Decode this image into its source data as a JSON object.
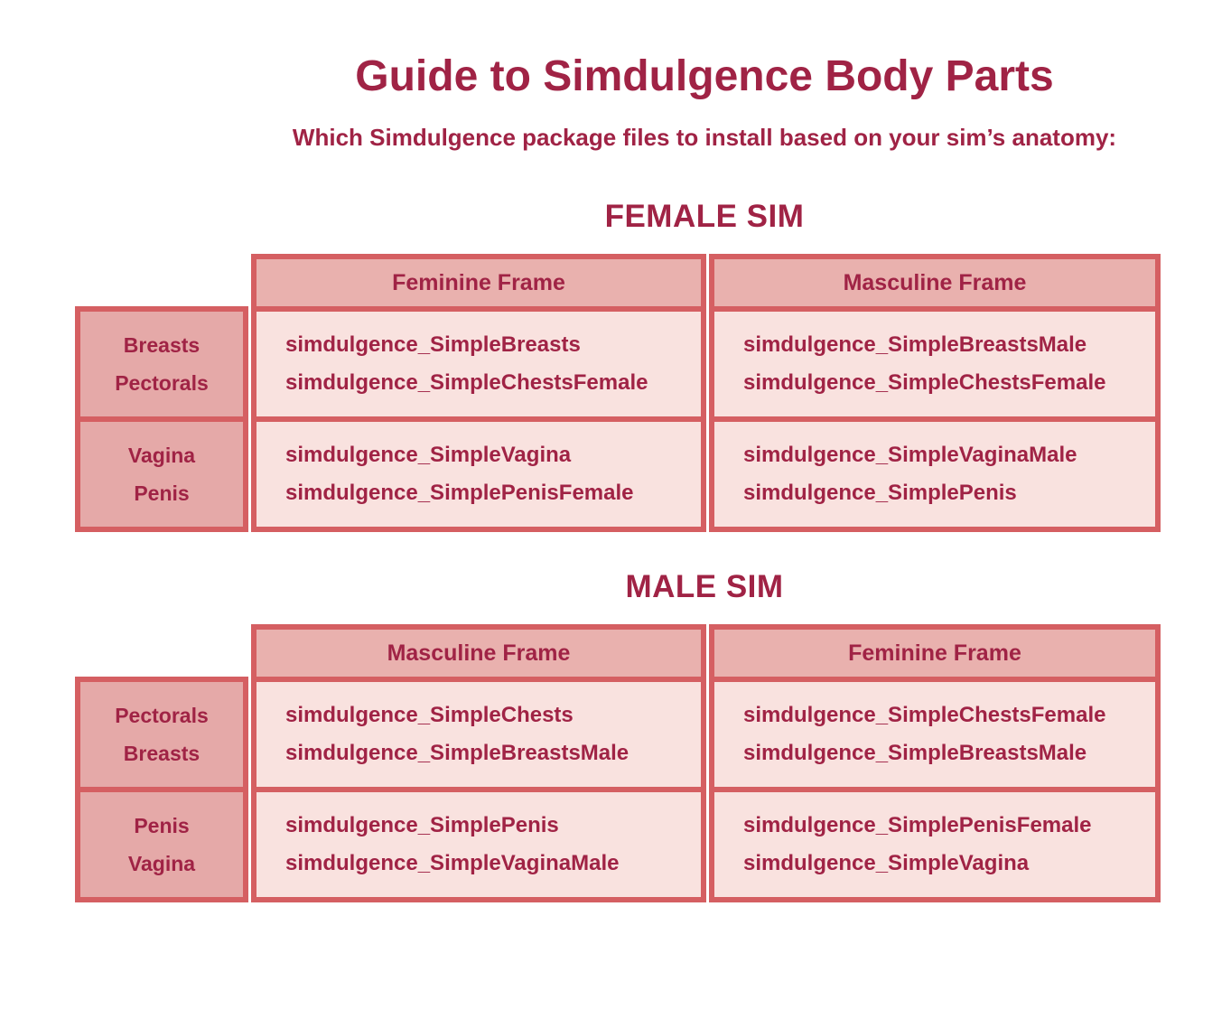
{
  "page": {
    "title": "Guide to Simdulgence Body Parts",
    "subtitle": "Which Simdulgence package files to install based on your sim’s anatomy:"
  },
  "colors": {
    "accent_text": "#a02345",
    "border": "#d55f62",
    "header_bg": "#e9b1ae",
    "label_bg": "#e5a9a8",
    "cell_bg": "#f9e2df",
    "page_bg": "#ffffff"
  },
  "sections": [
    {
      "heading": "FEMALE SIM",
      "row_labels": [
        [
          "Breasts",
          "Pectorals"
        ],
        [
          "Vagina",
          "Penis"
        ]
      ],
      "columns": [
        {
          "header": "Feminine Frame",
          "cells": [
            [
              "simdulgence_SimpleBreasts",
              "simdulgence_SimpleChestsFemale"
            ],
            [
              "simdulgence_SimpleVagina",
              "simdulgence_SimplePenisFemale"
            ]
          ]
        },
        {
          "header": "Masculine Frame",
          "cells": [
            [
              "simdulgence_SimpleBreastsMale",
              "simdulgence_SimpleChestsFemale"
            ],
            [
              "simdulgence_SimpleVaginaMale",
              "simdulgence_SimplePenis"
            ]
          ]
        }
      ]
    },
    {
      "heading": "MALE SIM",
      "row_labels": [
        [
          "Pectorals",
          "Breasts"
        ],
        [
          "Penis",
          "Vagina"
        ]
      ],
      "columns": [
        {
          "header": "Masculine Frame",
          "cells": [
            [
              "simdulgence_SimpleChests",
              "simdulgence_SimpleBreastsMale"
            ],
            [
              "simdulgence_SimplePenis",
              "simdulgence_SimpleVaginaMale"
            ]
          ]
        },
        {
          "header": "Feminine Frame",
          "cells": [
            [
              "simdulgence_SimpleChestsFemale",
              "simdulgence_SimpleBreastsMale"
            ],
            [
              "simdulgence_SimplePenisFemale",
              "simdulgence_SimpleVagina"
            ]
          ]
        }
      ]
    }
  ]
}
